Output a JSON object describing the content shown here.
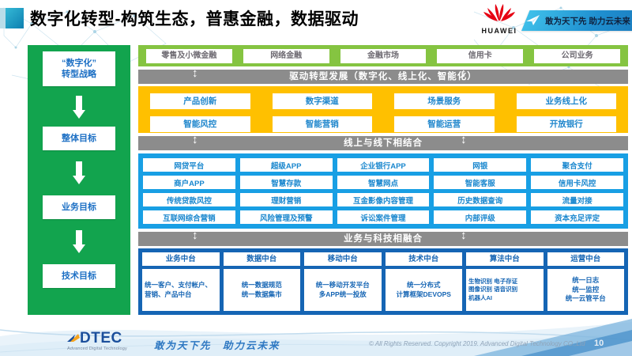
{
  "slide": {
    "title": "数字化转型-构筑生态，普惠金融，数据驱动",
    "page_number": "10"
  },
  "header": {
    "huawei_wordmark": "HUAWEI",
    "ribbon_slogan": "敢为天下先 助力云未来"
  },
  "strategy_column": {
    "items": [
      {
        "label": "“数字化”\n转型战略"
      },
      {
        "label": "整体目标"
      },
      {
        "label": "业务目标"
      },
      {
        "label": "技术目标"
      }
    ]
  },
  "business_lines": [
    "零售及小微金融",
    "网络金融",
    "金融市场",
    "信用卡",
    "公司业务"
  ],
  "bars": {
    "drive": "驱动转型发展（数字化、线上化、智能化）",
    "online_offline": "线上与线下相结合",
    "biz_tech": "业务与科技相融合",
    "arrow_glyph": "↕"
  },
  "capabilities": {
    "rows": [
      [
        "产品创新",
        "数字渠道",
        "场景服务",
        "业务线上化"
      ],
      [
        "智能风控",
        "智能营销",
        "智能运营",
        "开放银行"
      ]
    ]
  },
  "applications": {
    "rows": [
      [
        "网贷平台",
        "超级APP",
        "企业银行APP",
        "网银",
        "聚合支付"
      ],
      [
        "商户APP",
        "智慧存款",
        "智慧网点",
        "智能客服",
        "信用卡风控"
      ],
      [
        "传统贷款风控",
        "理财营销",
        "互金影像内容管理",
        "历史数据查询",
        "流量对接"
      ],
      [
        "互联网综合营销",
        "风险管理及预警",
        "诉讼案件管理",
        "内部评级",
        "资本充足评定"
      ]
    ]
  },
  "middle_platforms": {
    "columns": [
      {
        "title": "业务中台",
        "detail": "统一客户、支付帐户、营销、产品中台"
      },
      {
        "title": "数据中台",
        "detail": "统一数据规范\n统一数据集市"
      },
      {
        "title": "移动中台",
        "detail": "统一移动开发平台\n多APP统一投放"
      },
      {
        "title": "技术中台",
        "detail": "统一分布式\n计算框架DEVOPS"
      },
      {
        "title": "算法中台",
        "detail": "生物识别 电子存证\n图像识别 语音识别\n机器人AI"
      },
      {
        "title": "运营中台",
        "detail": "统一日志\n统一监控\n统一云管平台"
      }
    ]
  },
  "footer": {
    "logo_text": "DTEC",
    "logo_subtext": "Advanced Digital Technology",
    "slogan": "敢为天下先　助力云未来",
    "copyright": "© All Rights Reserved. Copyright 2019. Advanced Digital Technology CO.,Ltd"
  },
  "colors": {
    "sidebar_green": "#12a44e",
    "row_green": "#85c441",
    "bar_gray": "#8c8c8c",
    "panel_yellow": "#ffc000",
    "panel_cyan": "#189fe4",
    "panel_blue": "#1565b4",
    "box_text_blue": "#1987ce",
    "huawei_red": "#e60012",
    "ribbon_blue": "#1f8fd0"
  }
}
